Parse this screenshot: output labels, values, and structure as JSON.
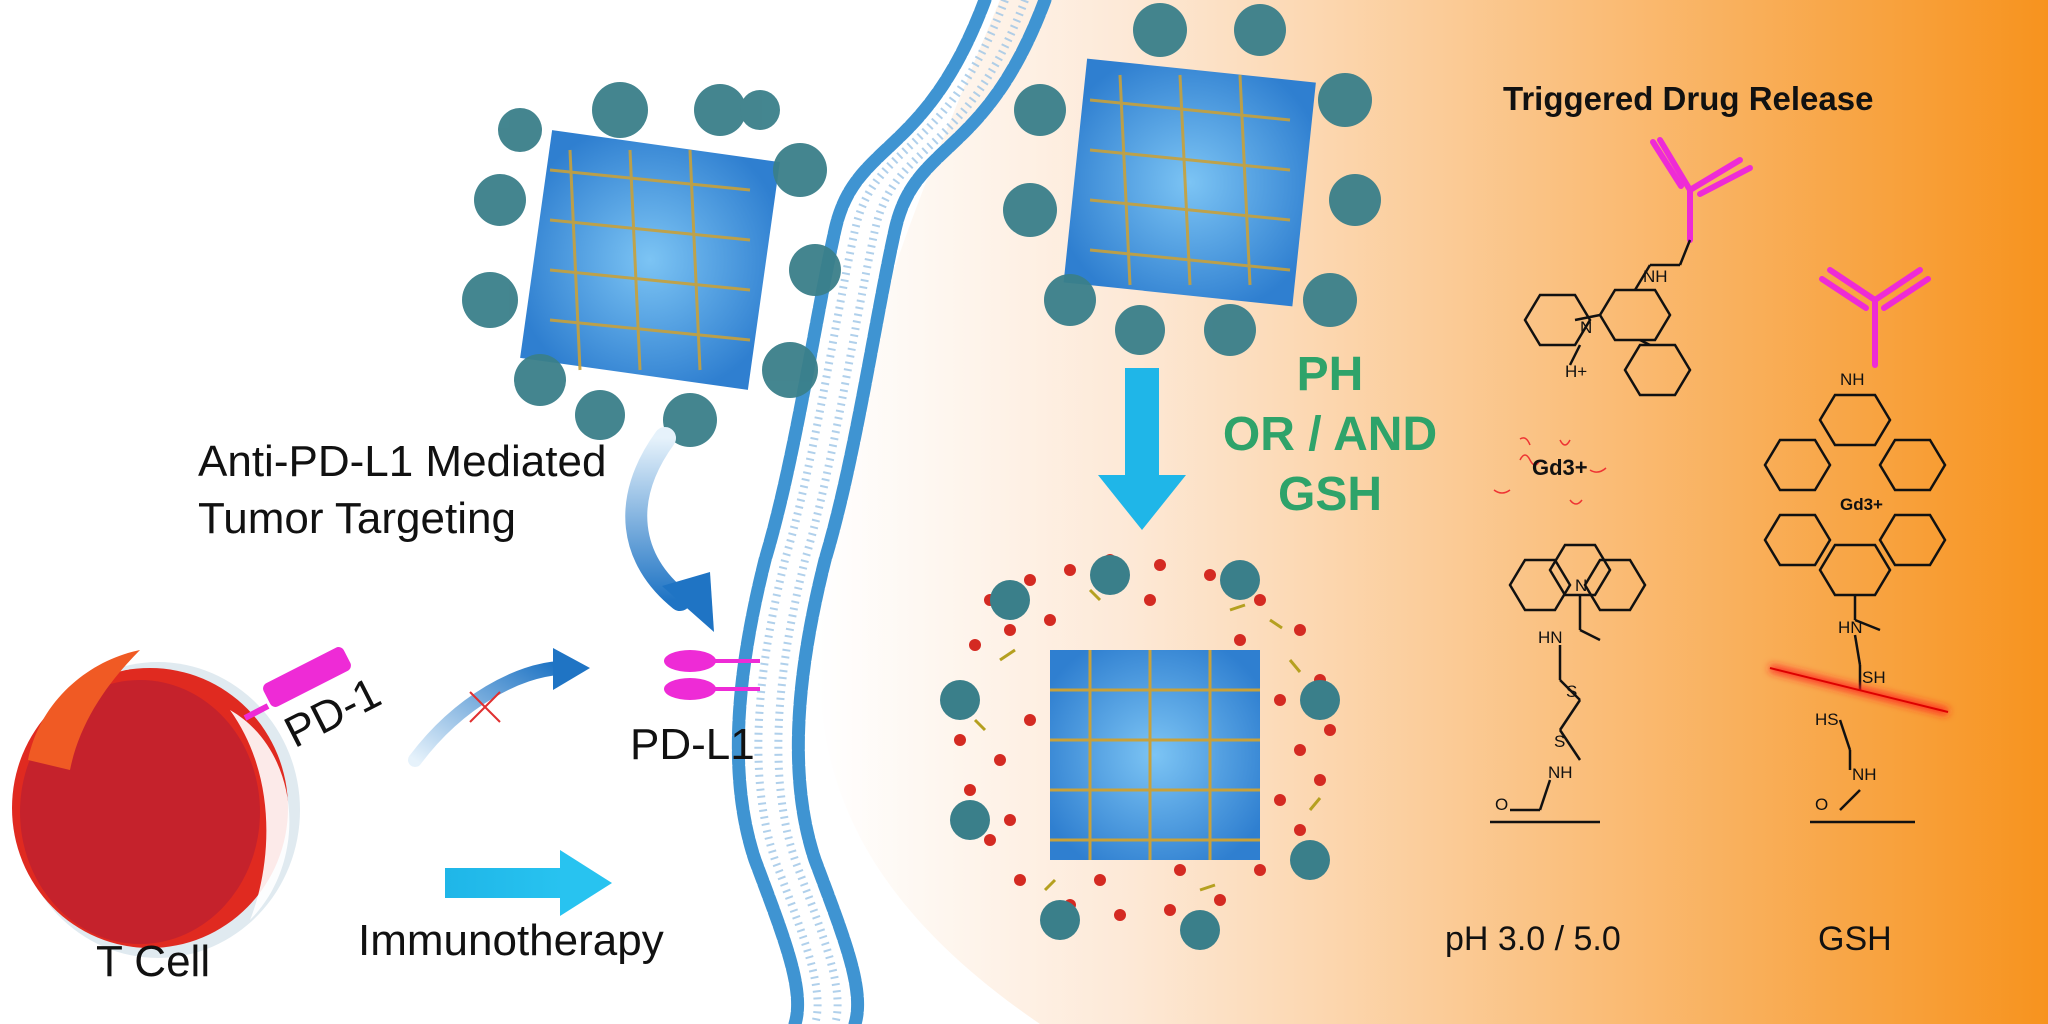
{
  "colors": {
    "orange": "#f7931e",
    "teal": "#3a7f8a",
    "blue": "#3aa0e8",
    "cyan_arrow": "#1fb6e8",
    "magenta": "#ee2bd6",
    "red_cell": "#c5222c",
    "green_text": "#2ea36a",
    "membrane": "#3f94d2"
  },
  "labels": {
    "targeting_line1": "Anti-PD-L1 Mediated",
    "targeting_line2": "Tumor Targeting",
    "pd1": "PD-1",
    "pdl1": "PD-L1",
    "tcell": "T Cell",
    "immunotherapy": "Immunotherapy",
    "trigger_line1": "PH",
    "trigger_line2": "OR / AND",
    "trigger_line3": "GSH",
    "release_title": "Triggered Drug Release",
    "ph_condition": "pH 3.0 / 5.0",
    "gsh_condition": "GSH"
  },
  "chem": {
    "nh": "NH",
    "n": "N",
    "h_plus": "H+",
    "gd": "Gd3+",
    "hn": "HN",
    "s": "S",
    "sh": "SH",
    "hs": "HS",
    "o": "O"
  }
}
